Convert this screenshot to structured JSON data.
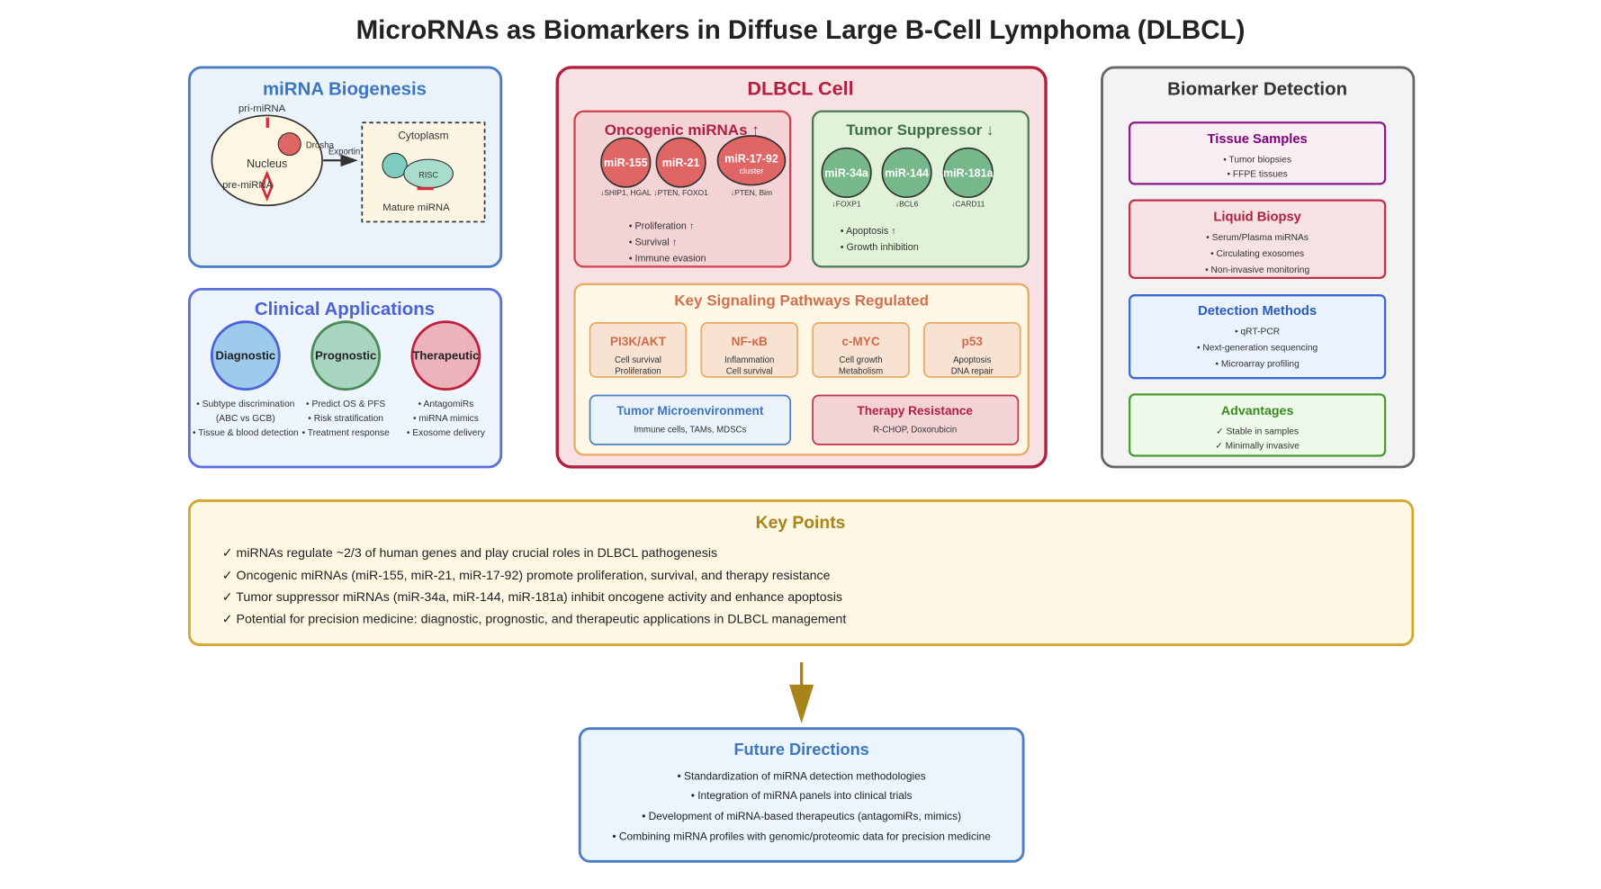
{
  "title": "MicroRNAs as Biomarkers in Diffuse Large B-Cell Lymphoma (DLBCL)",
  "biogenesis": {
    "title": "miRNA Biogenesis",
    "pri": "pri-miRNA",
    "drosha": "Drosha",
    "nucleus": "Nucleus",
    "pre": "pre-miRNA",
    "exportin": "Exportin",
    "cytoplasm": "Cytoplasm",
    "risc": "RISC",
    "mature": "Mature miRNA"
  },
  "clinical": {
    "title": "Clinical Applications",
    "items": [
      {
        "label": "Diagnostic",
        "bullets": [
          "• Subtype discrimination",
          "(ABC vs GCB)",
          "• Tissue & blood detection"
        ]
      },
      {
        "label": "Prognostic",
        "bullets": [
          "• Predict OS & PFS",
          "• Risk stratification",
          "• Treatment response"
        ]
      },
      {
        "label": "Therapeutic",
        "bullets": [
          "• AntagomiRs",
          "• miRNA mimics",
          "• Exosome delivery"
        ]
      }
    ]
  },
  "cell": {
    "title": "DLBCL Cell",
    "oncogenic": {
      "title": "Oncogenic miRNAs ↑",
      "mirnas": [
        {
          "name": "miR-155",
          "targets": "↓SHIP1, HGAL"
        },
        {
          "name": "miR-21",
          "targets": "↓PTEN, FOXO1"
        },
        {
          "name": "miR-17-92",
          "sub": "cluster",
          "targets": "↓PTEN, Bim"
        }
      ],
      "effects": [
        "• Proliferation ↑",
        "• Survival ↑",
        "• Immune evasion"
      ]
    },
    "suppressor": {
      "title": "Tumor Suppressor ↓",
      "mirnas": [
        {
          "name": "miR-34a",
          "targets": "↓FOXP1"
        },
        {
          "name": "miR-144",
          "targets": "↓BCL6"
        },
        {
          "name": "miR-181a",
          "targets": "↓CARD11"
        }
      ],
      "effects": [
        "• Apoptosis ↑",
        "• Growth inhibition"
      ]
    },
    "pathways": {
      "title": "Key Signaling Pathways Regulated",
      "items": [
        {
          "name": "PI3K/AKT",
          "d1": "Cell survival",
          "d2": "Proliferation"
        },
        {
          "name": "NF-κB",
          "d1": "Inflammation",
          "d2": "Cell survival"
        },
        {
          "name": "c-MYC",
          "d1": "Cell growth",
          "d2": "Metabolism"
        },
        {
          "name": "p53",
          "d1": "Apoptosis",
          "d2": "DNA repair"
        }
      ],
      "tme": {
        "title": "Tumor Microenvironment",
        "sub": "Immune cells, TAMs, MDSCs"
      },
      "therapy": {
        "title": "Therapy Resistance",
        "sub": "R-CHOP, Doxorubicin"
      }
    }
  },
  "detection": {
    "title": "Biomarker Detection",
    "tissue": {
      "title": "Tissue Samples",
      "items": [
        "• Tumor biopsies",
        "• FFPE tissues"
      ]
    },
    "liquid": {
      "title": "Liquid Biopsy",
      "items": [
        "• Serum/Plasma miRNAs",
        "• Circulating exosomes",
        "• Non-invasive monitoring"
      ]
    },
    "methods": {
      "title": "Detection Methods",
      "items": [
        "• qRT-PCR",
        "• Next-generation sequencing",
        "• Microarray profiling"
      ]
    },
    "advantages": {
      "title": "Advantages",
      "items": [
        "✓ Stable in samples",
        "✓ Minimally invasive"
      ]
    }
  },
  "keypoints": {
    "title": "Key Points",
    "items": [
      "✓ miRNAs regulate ~2/3 of human genes and play crucial roles in DLBCL pathogenesis",
      "✓ Oncogenic miRNAs (miR-155, miR-21, miR-17-92) promote proliferation, survival, and therapy resistance",
      "✓ Tumor suppressor miRNAs (miR-34a, miR-144, miR-181a) inhibit oncogene activity and enhance apoptosis",
      "✓ Potential for precision medicine: diagnostic, prognostic, and therapeutic applications in DLBCL management"
    ]
  },
  "future": {
    "title": "Future Directions",
    "items": [
      "• Standardization of miRNA detection methodologies",
      "• Integration of miRNA panels into clinical trials",
      "• Development of miRNA-based therapeutics (antagomiRs, mimics)",
      "• Combining miRNA profiles with genomic/proteomic data for precision medicine"
    ]
  }
}
